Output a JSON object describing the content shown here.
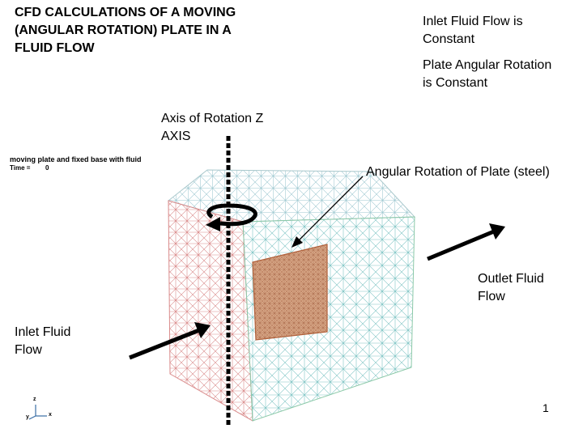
{
  "slide": {
    "title": "CFD CALCULATIONS OF A MOVING\n(ANGULAR ROTATION) PLATE IN A\nFLUID FLOW",
    "page_number": "1"
  },
  "notes": {
    "inlet_constant": "Inlet Fluid Flow is\nConstant",
    "rotation_constant": "Plate Angular Rotation\nis Constant",
    "axis_of_rotation": "Axis of Rotation Z\nAXIS",
    "angular_rotation_plate": "Angular Rotation of Plate (steel)",
    "outlet_flow": "Outlet Fluid\nFlow",
    "inlet_flow": "Inlet Fluid\nFlow"
  },
  "simulation": {
    "caption": "moving plate and fixed base with fluid",
    "time_label": "Time =",
    "time_value": "0"
  },
  "triad": {
    "z": "z",
    "y": "y",
    "x": "x"
  },
  "colors": {
    "mesh_red": "#d98a8a",
    "mesh_teal": "#7fc4c4",
    "mesh_green": "#8cc9a8",
    "plate_fill": "#d7a585",
    "plate_edge": "#b0603a",
    "arrow": "#000000"
  }
}
